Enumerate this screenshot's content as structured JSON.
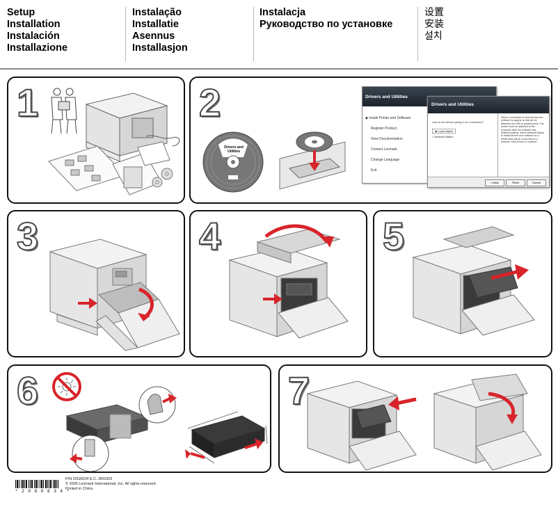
{
  "header": {
    "col1": [
      "Setup",
      "Installation",
      "Instalación",
      "Installazione"
    ],
    "col2": [
      "Instalação",
      "Installatie",
      "Asennus",
      "Installasjon"
    ],
    "col3": [
      "Instalacja",
      "Руководство по установке"
    ],
    "col4": [
      "设置",
      "安装",
      "설치"
    ]
  },
  "steps": [
    {
      "number": "1"
    },
    {
      "number": "2"
    },
    {
      "number": "3"
    },
    {
      "number": "4"
    },
    {
      "number": "5"
    },
    {
      "number": "6"
    },
    {
      "number": "7"
    }
  ],
  "cd": {
    "label_line1": "Drivers and",
    "label_line2": "Utilities"
  },
  "installer": {
    "window_title": "Drivers and Utilities",
    "menu": [
      "Install Printer and Software",
      "Register Product",
      "View Documentation",
      "Contact Lexmark",
      "Change Language",
      "Exit"
    ],
    "question": "How is the device going to be connected?",
    "option1": "Local Attach",
    "option2": "Network Attach",
    "help_text": "Select Local Attach is that devices are software to appear to that will be attached via USB or parallel ports. The printer must be attached to the computer after the software has finished loading. Select Network Attach to install drivers and software for a printer that will be connected to a network. Click Finish to continue.",
    "buttons": [
      "< Back",
      "Finish",
      "Cancel"
    ]
  },
  "footer": {
    "line1": "P/N 20G0634 E.C. 2BG003",
    "line2": "© 2005 Lexmark International, Inc. All rights reserved.",
    "line3": "Printed in China",
    "barcode_text": "* 2 0 G 0 6 3 4 *"
  }
}
